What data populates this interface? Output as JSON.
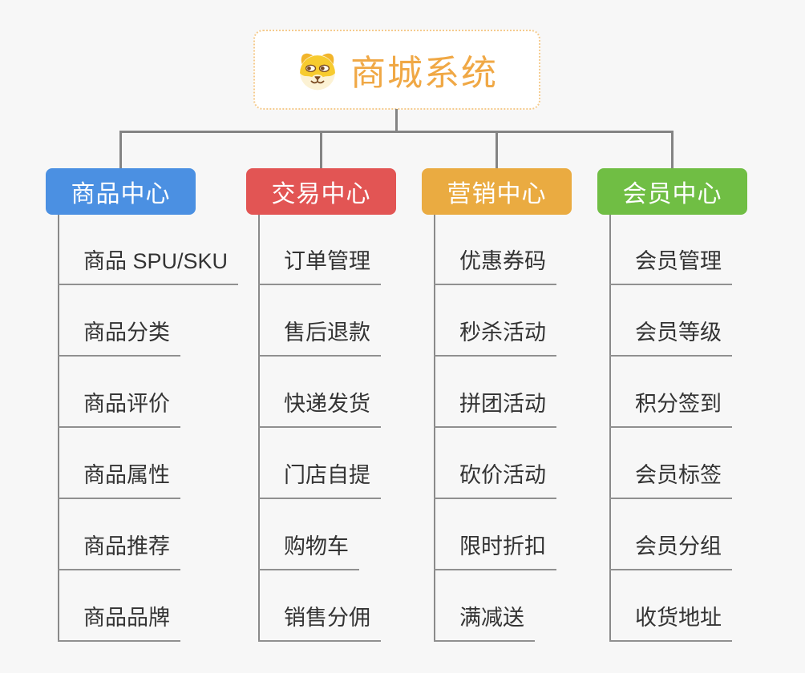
{
  "root": {
    "title": "商城系统",
    "title_color": "#F0A845",
    "border_color": "#F5CB8E",
    "icon": "dog-face-icon"
  },
  "colors": {
    "background": "#f7f7f7",
    "connector": "#848484",
    "leaf_text": "#333333"
  },
  "branches": [
    {
      "label": "商品中心",
      "color": "#4B90E2",
      "items": [
        "商品 SPU/SKU",
        "商品分类",
        "商品评价",
        "商品属性",
        "商品推荐",
        "商品品牌"
      ]
    },
    {
      "label": "交易中心",
      "color": "#E25554",
      "items": [
        "订单管理",
        "售后退款",
        "快递发货",
        "门店自提",
        "购物车",
        "销售分佣"
      ]
    },
    {
      "label": "营销中心",
      "color": "#EAAB41",
      "items": [
        "优惠券码",
        "秒杀活动",
        "拼团活动",
        "砍价活动",
        "限时折扣",
        "满减送"
      ]
    },
    {
      "label": "会员中心",
      "color": "#70BE44",
      "items": [
        "会员管理",
        "会员等级",
        "积分签到",
        "会员标签",
        "会员分组",
        "收货地址"
      ]
    }
  ]
}
